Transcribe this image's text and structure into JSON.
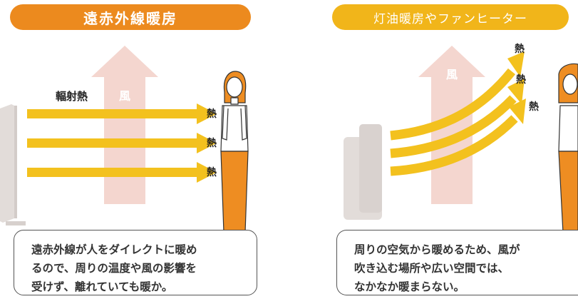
{
  "left": {
    "title": "遠赤外線暖房",
    "wind_label": "風",
    "radiant_label": "輻射熱",
    "heat_labels": [
      "熱",
      "熱",
      "熱"
    ],
    "caption_lines": [
      "遠赤外線が人をダイレクトに暖め",
      "るので、周りの温度や風の影響を",
      "受けず、離れていても暖か。"
    ]
  },
  "right": {
    "title": "灯油暖房やファンヒーター",
    "wind_label": "風",
    "heat_labels": [
      "熱",
      "熱",
      "熱"
    ],
    "caption_lines": [
      "周りの空気から暖めるため、風が",
      "吹き込む場所や広い空間では、",
      "なかなか暖まらない。"
    ]
  },
  "colors": {
    "left_title_bg": "#ec8a1e",
    "right_title_bg": "#f1b51a",
    "arrow_yellow": "#f3c11e",
    "wind_arrow": "#f4d6cf",
    "person_orange": "#ee8d22",
    "heater_gray": "#e2dcd9"
  }
}
